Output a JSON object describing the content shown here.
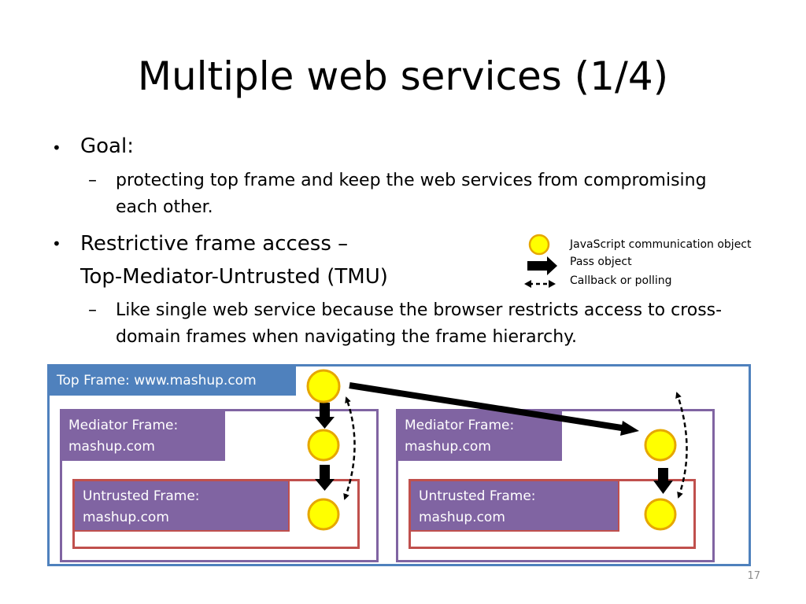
{
  "slide": {
    "title": "Multiple web services (1/4)",
    "page_number": "17"
  },
  "bullets": {
    "goal": "Goal:",
    "goal_sub": "protecting top frame and keep the web services from compromising each other.",
    "restrict_line1": "Restrictive frame access –",
    "restrict_line2": "Top-Mediator-Untrusted (TMU)",
    "restrict_sub_line1": "Like single web service because the browser restricts access to cross-",
    "restrict_sub_line2": "domain frames when navigating the frame hierarchy.",
    "bullet_char": "•",
    "dash_char": "–"
  },
  "legend": {
    "item1": "JavaScript  communication object",
    "item2": "Pass object",
    "item3": "Callback or polling"
  },
  "diagram": {
    "top_frame_label": "Top Frame:  www.mashup.com",
    "mediator_left_line1": "Mediator Frame:",
    "mediator_left_line2": "mashup.com",
    "untrusted_left_line1": "Untrusted Frame:",
    "untrusted_left_line2": "mashup.com",
    "mediator_right_line1": "Mediator Frame:",
    "mediator_right_line2": "mashup.com",
    "untrusted_right_line1": "Untrusted Frame:",
    "untrusted_right_line2": "mashup.com"
  },
  "colors": {
    "top_frame": "#4f81bd",
    "mediator_frame": "#8064a2",
    "untrusted_frame": "#c0504d",
    "object_fill": "#ffff00",
    "object_stroke": "#e6a700"
  },
  "icons": {
    "object": "yellow-circle-icon",
    "pass": "thick-arrow-icon",
    "callback": "dashed-double-arrow-icon"
  }
}
